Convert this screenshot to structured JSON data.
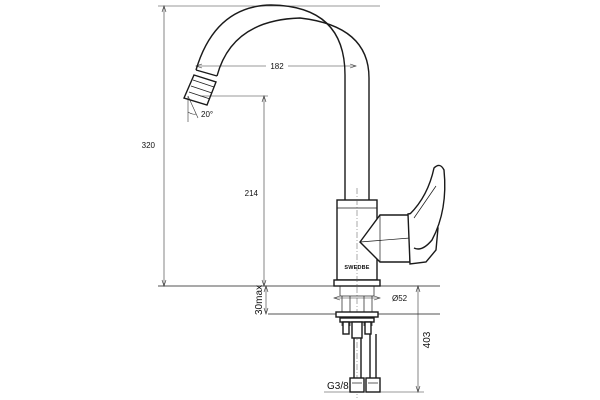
{
  "diagram": {
    "brand_label": "SWEDBE",
    "dimensions": {
      "spout_reach": "182",
      "spout_angle": "20°",
      "total_height": "320",
      "spout_height": "214",
      "body_diameter": "Ø52",
      "max_countertop": "30max",
      "hose_length": "403",
      "connection_thread": "G3/8"
    }
  }
}
